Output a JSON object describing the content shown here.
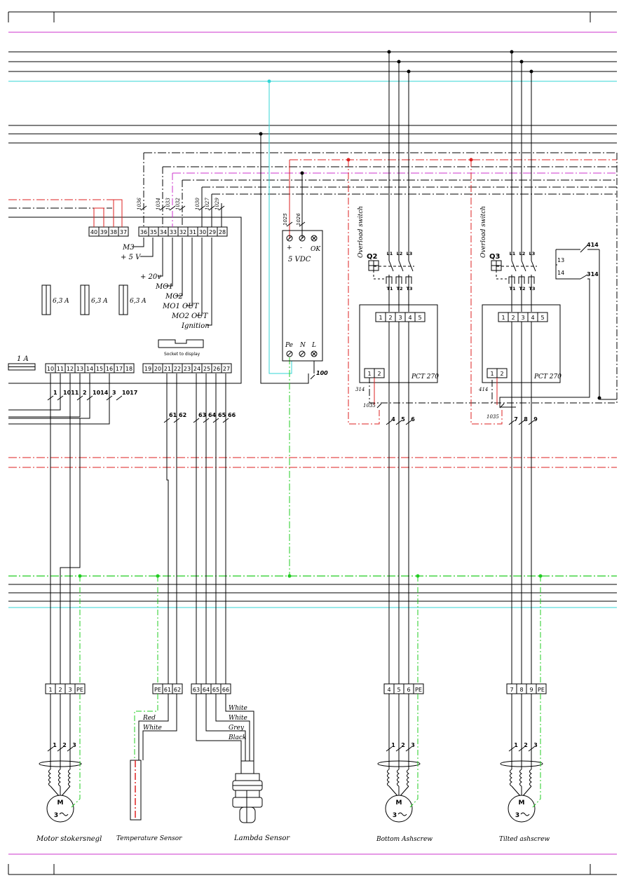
{
  "colors": {
    "line": "#000000",
    "cyan": "#33d6d6",
    "magenta": "#cc33cc",
    "red": "#dd2222",
    "green": "#22cc22"
  },
  "terminals_top_left": [
    "40",
    "39",
    "38",
    "37"
  ],
  "terminals_top_mid": [
    "36",
    "35",
    "34",
    "33",
    "32",
    "31",
    "30",
    "29",
    "28"
  ],
  "terminals_bottom_left": [
    "10",
    "11",
    "12",
    "13",
    "14",
    "15",
    "16",
    "17",
    "18"
  ],
  "terminals_bottom_mid": [
    "19",
    "20",
    "21",
    "22",
    "23",
    "24",
    "25",
    "26",
    "27"
  ],
  "wire_ids_top": [
    "1036",
    "1034",
    "1033",
    "1032",
    "1030",
    "1027",
    "1029"
  ],
  "psu": {
    "wire_ids": [
      "1025",
      "1026"
    ],
    "top_terms": [
      "+",
      "-",
      "OK"
    ],
    "voltage": "5 VDC",
    "bottom_terms": [
      "Pe",
      "N",
      "L"
    ],
    "wire": "100"
  },
  "signals": {
    "m3": "M3",
    "v5": "+ 5 V",
    "v20": "+ 20v",
    "mo1": "MO1",
    "mo2": "MO2",
    "mo1_out": "MO1 OUT",
    "mo2_out": "MO2 OUT",
    "ignition": "Ignition",
    "socket": "Socket to display"
  },
  "fuses": [
    "6,3 A",
    "6,3 A",
    "6,3 A"
  ],
  "fuse_left": "1 A",
  "wires_bottom_left": [
    "1",
    "1011",
    "2",
    "1014",
    "3",
    "1017"
  ],
  "wires_sensor": [
    "61",
    "62",
    "63",
    "64",
    "65",
    "66"
  ],
  "q2": {
    "overload": "Overload switch",
    "label": "Q2",
    "phases_top": [
      "L1",
      "L2",
      "L3"
    ],
    "phases_bottom": [
      "T1",
      "T2",
      "T3"
    ],
    "pct_terms": [
      "1",
      "2",
      "3",
      "4",
      "5"
    ],
    "pct_small": [
      "1",
      "2"
    ],
    "pct_label": "PCT 270",
    "wire_314": "314",
    "wire_1035": "1035",
    "out_wires": [
      "4",
      "5",
      "6"
    ]
  },
  "q3": {
    "overload": "Overload switch",
    "label": "Q3",
    "phases_top": [
      "L1",
      "L2",
      "L3"
    ],
    "phases_bottom": [
      "T1",
      "T2",
      "T3"
    ],
    "pct_terms": [
      "1",
      "2",
      "3",
      "4",
      "5"
    ],
    "pct_small": [
      "1",
      "2"
    ],
    "pct_label": "PCT 270",
    "wire_414": "414",
    "wire_1035": "1035",
    "out_wires": [
      "7",
      "8",
      "9"
    ],
    "contact_nums": [
      "13",
      "14"
    ],
    "contact_wires": [
      "414",
      "314"
    ]
  },
  "bottom_terminals": {
    "motor": [
      "1",
      "2",
      "3",
      "PE"
    ],
    "temp": [
      "PE",
      "61",
      "62"
    ],
    "lambda": [
      "63",
      "64",
      "65",
      "66"
    ],
    "bottom_ash": [
      "4",
      "5",
      "6",
      "PE"
    ],
    "tilted_ash": [
      "7",
      "8",
      "9",
      "PE"
    ]
  },
  "temp_wires": [
    "Red",
    "White"
  ],
  "lambda_wires": [
    "White",
    "White",
    "Grey",
    "Black"
  ],
  "motor_phases": [
    "1",
    "2",
    "3"
  ],
  "motor_symbol": {
    "m": "M",
    "three": "3"
  },
  "captions": {
    "motor": "Motor stokersnegl",
    "temp": "Temperature Sensor",
    "lambda": "Lambda Sensor",
    "bottom_ash": "Bottom Ashscrew",
    "tilted_ash": "Tilted ashscrew"
  }
}
